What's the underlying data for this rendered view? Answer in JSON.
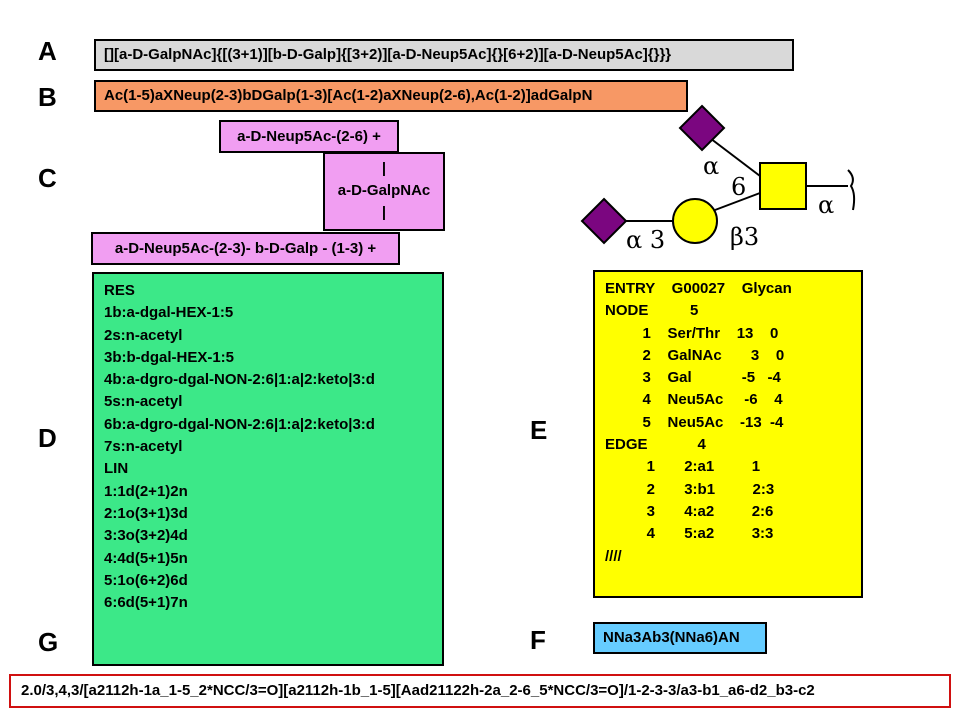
{
  "labels": {
    "a": "A",
    "b": "B",
    "c": "C",
    "d": "D",
    "e": "E",
    "f": "F",
    "g": "G"
  },
  "boxA": {
    "text": "[][a-D-GalpNAc]{[(3+1)][b-D-Galp]{[3+2)][a-D-Neup5Ac]{}[6+2)][a-D-Neup5Ac]{}}}",
    "color": "#d9d9d9"
  },
  "boxB": {
    "text": "Ac(1-5)aXNeup(2-3)bDGalp(1-3)[Ac(1-2)aXNeup(2-6),Ac(1-2)]adGalpN",
    "color": "#f79865"
  },
  "boxC": {
    "top": "a-D-Neup5Ac-(2-6) +",
    "bar1": "|",
    "middle": "a-D-GalpNAc",
    "bar2": "|",
    "bottom": "a-D-Neup5Ac-(2-3)- b-D-Galp - (1-3) +",
    "color": "#f19ef2"
  },
  "boxD": {
    "color": "#3ce888",
    "lines": [
      "RES",
      "1b:a-dgal-HEX-1:5",
      "2s:n-acetyl",
      "3b:b-dgal-HEX-1:5",
      "4b:a-dgro-dgal-NON-2:6|1:a|2:keto|3:d",
      "5s:n-acetyl",
      "6b:a-dgro-dgal-NON-2:6|1:a|2:keto|3:d",
      "7s:n-acetyl",
      "LIN",
      "1:1d(2+1)2n",
      "2:1o(3+1)3d",
      "3:3o(3+2)4d",
      "4:4d(5+1)5n",
      "5:1o(6+2)6d",
      "6:6d(5+1)7n"
    ]
  },
  "boxE": {
    "color": "#ffff00",
    "lines": [
      "ENTRY    G00027    Glycan",
      "NODE          5",
      "         1    Ser/Thr    13    0",
      "         2    GalNAc       3    0",
      "         3    Gal            -5   -4",
      "         4    Neu5Ac     -6    4",
      "         5    Neu5Ac    -13  -4",
      "EDGE            4",
      "          1       2:a1         1",
      "          2       3:b1         2:3",
      "          3       4:a2         2:6",
      "          4       5:a2         3:3",
      "////"
    ]
  },
  "boxF": {
    "text": "NNa3Ab3(NNa6)AN",
    "color": "#66ccff"
  },
  "boxG": {
    "text": "2.0/3,4,3/[a2112h-1a_1-5_2*NCC/3=O][a2112h-1b_1-5][Aad21122h-2a_2-6_5*NCC/3=O]/1-2-3-3/a3-b1_a6-d2_b3-c2",
    "border_color": "#d01010"
  },
  "glycan": {
    "label_alpha_top": "α",
    "label_6": "6",
    "label_alpha_right": "α",
    "label_alpha3": "α 3",
    "label_beta3": "β3",
    "neu5ac_color": "#7b0680",
    "gal_color": "#ffff00",
    "galnac_color": "#ffff00"
  }
}
